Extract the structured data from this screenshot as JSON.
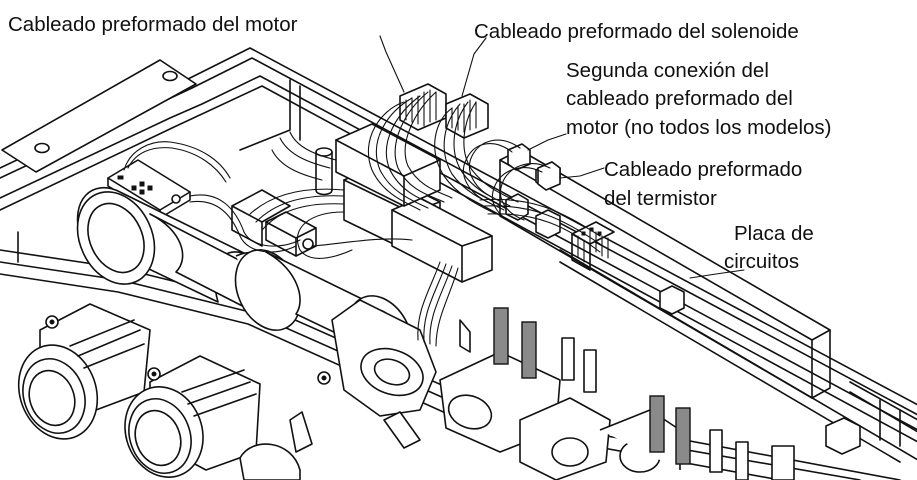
{
  "labels": {
    "motor_harness": "Cableado preformado del motor",
    "solenoid_harness": "Cableado preformado del solenoide",
    "motor_second_line1": "Segunda conexión del",
    "motor_second_line2": "cableado preformado del",
    "motor_second_line3": "motor (no todos los modelos)",
    "thermistor_line1": "Cableado preformado",
    "thermistor_line2": "del termistor",
    "board_line1": "Placa de",
    "board_line2": "circuitos"
  },
  "colors": {
    "ink": "#111111",
    "background": "#ffffff",
    "connector_gray": "#8a8a8a"
  }
}
